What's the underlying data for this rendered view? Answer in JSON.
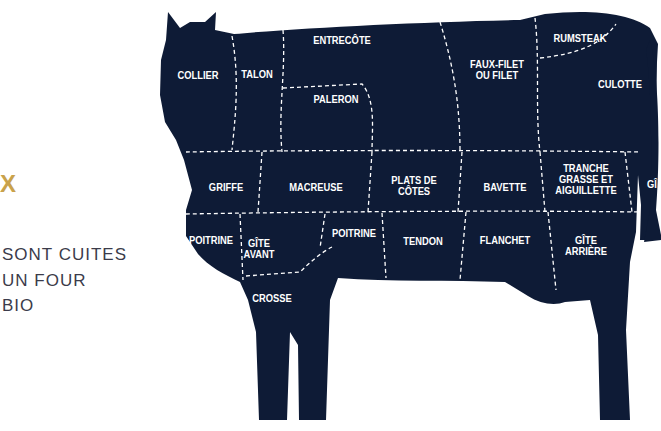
{
  "diagram": {
    "labels": [
      "COLLIER",
      "TALON",
      "ENTRECÔTE",
      "PALERON",
      "FAUX-FILET OU FILET",
      "RUMSTEAK",
      "CULOTTE",
      "X",
      "GRIFFE",
      "MACREUSE",
      "PLATS DE CÔTES",
      "BAVETTE",
      "TRANCHE GRASSE ET AIGUILLETTE",
      "GÎ",
      "POITRINE",
      "GÎTE AVANT",
      "POITRINE",
      "TENDON",
      "FLANCHET",
      "GÎTE ARRIÈRE",
      "SONT CUITES",
      "UN FOUR",
      "CROSSE",
      "BIO"
    ]
  }
}
